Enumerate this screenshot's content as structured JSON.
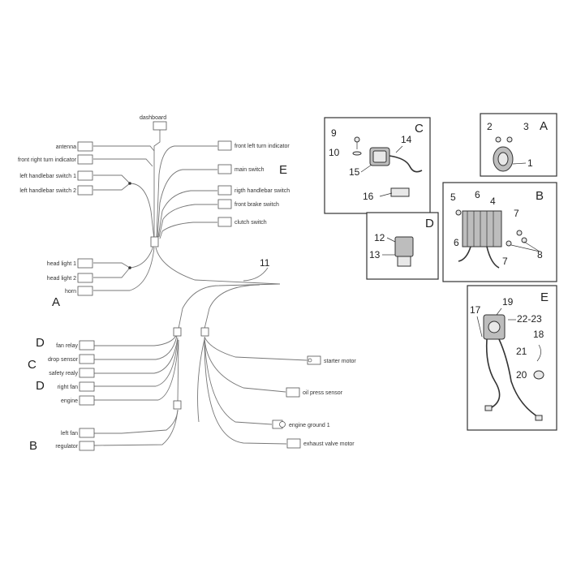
{
  "wiring": {
    "dashboard": "dashboard",
    "antenna": "antenna",
    "front_right_turn_indicator": "front right turn indicator",
    "left_handlebar_switch_1": "left handlebar switch 1",
    "left_handlebar_switch_2": "left handlebar switch 2",
    "head_light_1": "head light 1",
    "head_light_2": "head light 2",
    "horn": "horn",
    "front_left_turn_indicator": "front left turn indicator",
    "main_switch": "main switch",
    "right_handlebar_switch": "rigth handlebar switch",
    "front_brake_switch": "front brake switch",
    "clutch_switch": "clutch switch",
    "main_harness_ref": "11",
    "fan_relay": "fan relay",
    "drop_sensor": "drop sensor",
    "safety_relay": "safety realy",
    "right_fan": "right fan",
    "engine": "engine",
    "left_fan": "left fan",
    "regulator": "regulator",
    "starter_motor": "starter motor",
    "oil_press_sensor": "oil press sensor",
    "engine_ground_1": "engine ground 1",
    "exhaust_valve_motor": "exhaust valve motor"
  },
  "group_letters": {
    "main_switch_E": "E",
    "horn_A": "A",
    "fan_relay_D": "D",
    "drop_sensor_C": "C",
    "right_fan_D": "D",
    "regulator_B": "B"
  },
  "panels": {
    "C": {
      "letter": "C",
      "numbers": [
        "9",
        "10",
        "14",
        "15",
        "16"
      ]
    },
    "A": {
      "letter": "A",
      "numbers": [
        "2",
        "3",
        "1"
      ]
    },
    "B": {
      "letter": "B",
      "numbers": [
        "5",
        "6",
        "4",
        "7",
        "6",
        "7",
        "8"
      ]
    },
    "D": {
      "letter": "D",
      "numbers": [
        "12",
        "13"
      ]
    },
    "E": {
      "letter": "E",
      "numbers": [
        "17",
        "19",
        "22-23",
        "18",
        "21",
        "20"
      ]
    }
  }
}
